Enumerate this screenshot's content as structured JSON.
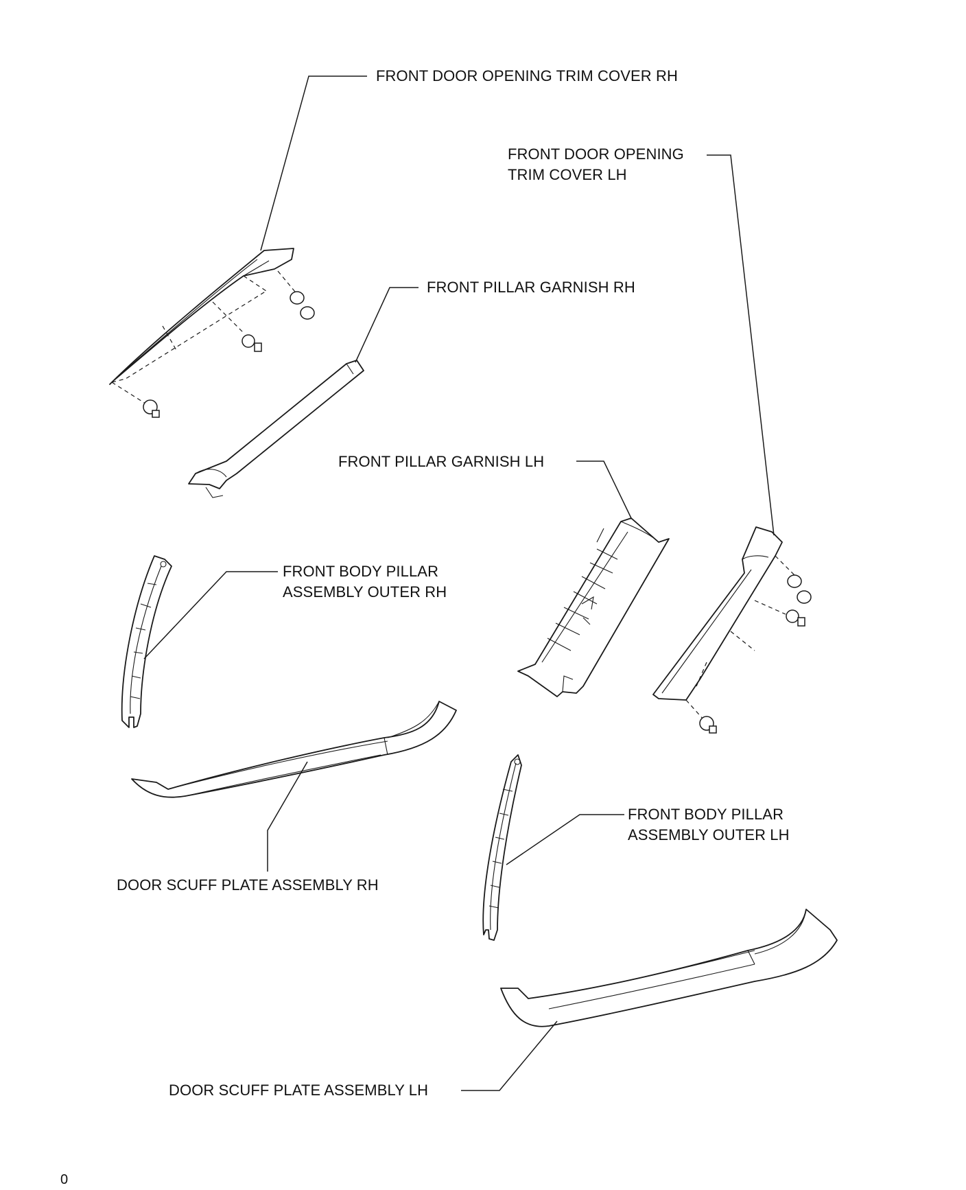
{
  "labels": {
    "front_door_opening_trim_cover_rh": "FRONT DOOR OPENING TRIM COVER RH",
    "front_door_opening_trim_cover_lh": [
      "FRONT DOOR OPENING",
      "TRIM COVER LH"
    ],
    "front_pillar_garnish_rh": "FRONT PILLAR GARNISH RH",
    "front_pillar_garnish_lh": "FRONT PILLAR GARNISH LH",
    "front_body_pillar_assembly_outer_rh": [
      "FRONT BODY PILLAR",
      "ASSEMBLY OUTER RH"
    ],
    "front_body_pillar_assembly_outer_lh": [
      "FRONT BODY PILLAR",
      "ASSEMBLY OUTER LH"
    ],
    "door_scuff_plate_assembly_rh": "DOOR SCUFF PLATE ASSEMBLY RH",
    "door_scuff_plate_assembly_lh": "DOOR SCUFF PLATE ASSEMBLY LH"
  },
  "page_number": "0",
  "colors": {
    "line": "#1a1a1a",
    "background": "#ffffff"
  }
}
